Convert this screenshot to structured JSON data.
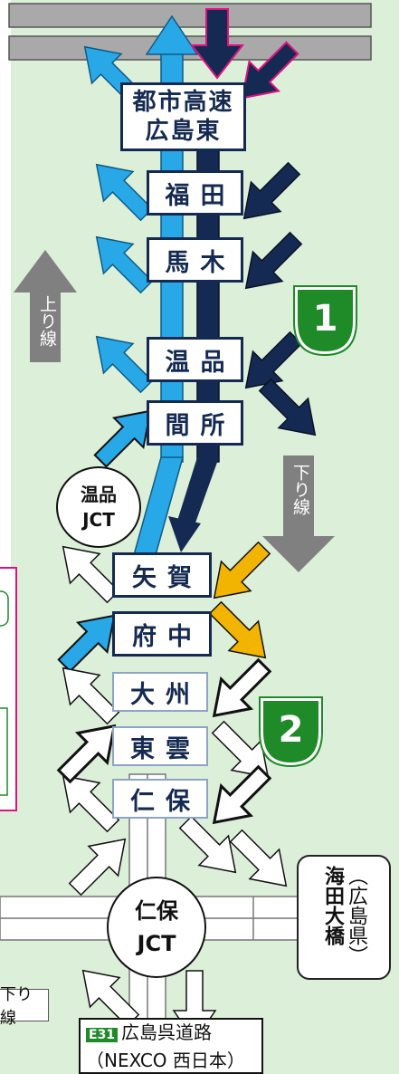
{
  "interchanges": [
    {
      "id": "shutoko",
      "line1": "都市高速",
      "line2": "広島東"
    },
    {
      "id": "fukuda",
      "label": "福田"
    },
    {
      "id": "umaki",
      "label": "馬木"
    },
    {
      "id": "nukushina",
      "label": "温品"
    },
    {
      "id": "magaso",
      "label": "間所"
    },
    {
      "id": "yaga",
      "label": "矢賀"
    },
    {
      "id": "fuchu",
      "label": "府中"
    },
    {
      "id": "ozu",
      "label": "大州"
    },
    {
      "id": "shinonome",
      "label": "東雲"
    },
    {
      "id": "niho",
      "label": "仁保"
    }
  ],
  "junctions": {
    "nukushina_jct": {
      "line1": "温品",
      "line2": "JCT"
    },
    "niho_jct": {
      "line1": "仁保",
      "line2": "JCT"
    }
  },
  "direction_labels": {
    "up": "上り線",
    "down": "下り線",
    "down_left": "下り線"
  },
  "routes": {
    "route1": "1",
    "route2": "2"
  },
  "bridge": {
    "name": "海田大橋",
    "prefecture": "（広島県）"
  },
  "expressway": {
    "badge": "E31",
    "name": "広島呉道路",
    "operator": "（NEXCO 西日本）"
  },
  "colors": {
    "background": "#dcefd9",
    "light_blue": "#29a8e8",
    "navy": "#152a52",
    "yellow": "#f3b400",
    "route_green": "#1e8a28",
    "arrow_gray": "#7f7f7f",
    "pink": "#e0117f"
  }
}
